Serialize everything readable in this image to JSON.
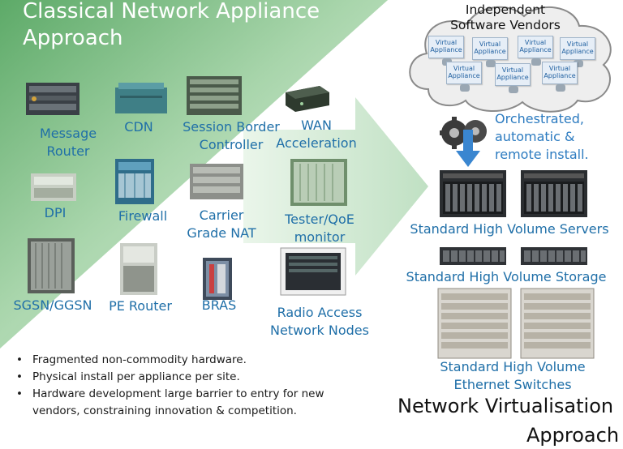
{
  "left": {
    "title_line1": "Classical Network Appliance",
    "title_line2": "Approach",
    "appliances": {
      "message_router_l1": "Message",
      "message_router_l2": "Router",
      "cdn": "CDN",
      "sbc_l1": "Session Border",
      "sbc_l2": "Controller",
      "wan_l1": "WAN",
      "wan_l2": "Acceleration",
      "dpi": "DPI",
      "firewall": "Firewall",
      "cgnat_l1": "Carrier",
      "cgnat_l2": "Grade NAT",
      "tester_l1": "Tester/QoE",
      "tester_l2": "monitor",
      "sgsn": "SGSN/GGSN",
      "pe_router": "PE Router",
      "bras": "BRAS",
      "ran_l1": "Radio Access",
      "ran_l2": "Network Nodes"
    },
    "bullets": [
      "Fragmented non-commodity hardware.",
      "Physical install per appliance per site.",
      "Hardware development  large barrier to entry for new",
      "vendors, constraining innovation & competition."
    ]
  },
  "right": {
    "isv_l1": "Independent",
    "isv_l2": "Software Vendors",
    "virtual_appliance_l1": "Virtual",
    "virtual_appliance_l2": "Appliance",
    "orchestrated_l1": "Orchestrated,",
    "orchestrated_l2": "automatic &",
    "orchestrated_l3": "remote install.",
    "servers": "Standard High Volume Servers",
    "storage": "Standard High Volume Storage",
    "switches_l1": "Standard High Volume",
    "switches_l2": "Ethernet Switches",
    "title_line1": "Network Virtualisation",
    "title_line2": "Approach"
  },
  "colors": {
    "green_dark": "#5fae6a",
    "green_light": "#e6f3e7",
    "label_blue": "#1f6fa8",
    "arrow_blue": "#3a86d0"
  }
}
